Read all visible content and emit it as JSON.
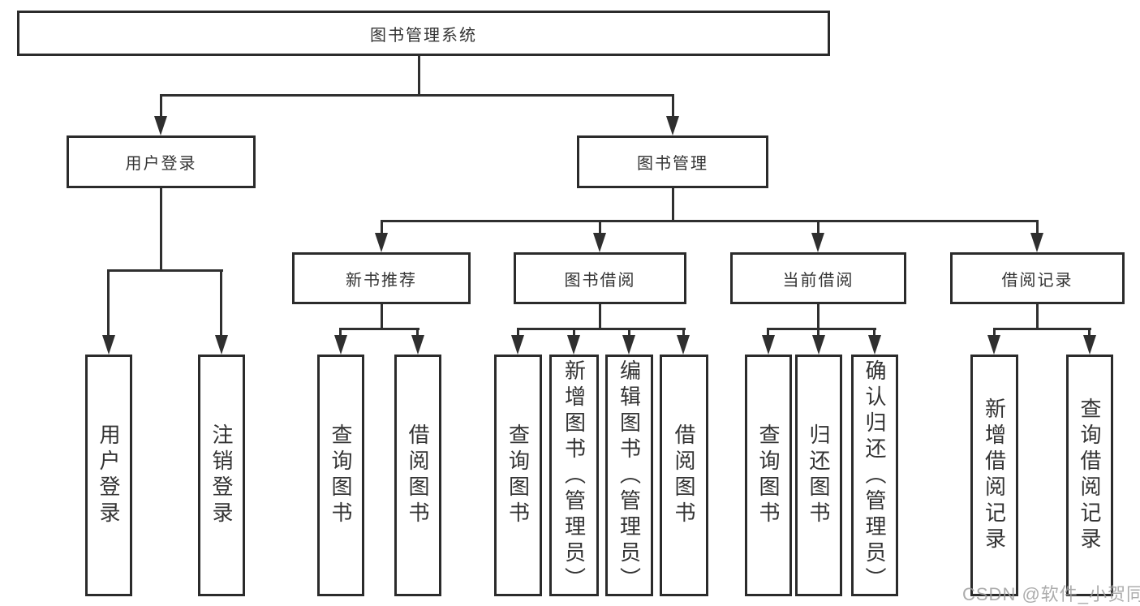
{
  "diagram": {
    "type": "hierarchy",
    "root": "图书管理系统",
    "level2": [
      "用户登录",
      "图书管理"
    ],
    "level3": [
      "新书推荐",
      "图书借阅",
      "当前借阅",
      "借阅记录"
    ],
    "leaves_user": [
      "用户登录",
      "注销登录"
    ],
    "leaves_newbook": [
      "查询图书",
      "借阅图书"
    ],
    "leaves_borrow": [
      "查询图书",
      "新增图书（管理员）",
      "编辑图书（管理员）",
      "借阅图书"
    ],
    "leaves_current": [
      "查询图书",
      "归还图书",
      "确认归还（管理员）"
    ],
    "leaves_record": [
      "新增借阅记录",
      "查询借阅记录"
    ],
    "tree": {
      "图书管理系统": {
        "用户登录": [
          "用户登录",
          "注销登录"
        ],
        "图书管理": {
          "新书推荐": [
            "查询图书",
            "借阅图书"
          ],
          "图书借阅": [
            "查询图书",
            "新增图书（管理员）",
            "编辑图书（管理员）",
            "借阅图书"
          ],
          "当前借阅": [
            "查询图书",
            "归还图书",
            "确认归还（管理员）"
          ],
          "借阅记录": [
            "新增借阅记录",
            "查询借阅记录"
          ]
        }
      }
    }
  },
  "watermark": {
    "text": "CSDN @软件_小贺同学"
  },
  "colors": {
    "line": "#2f2f2f",
    "border": "#2b2b2b",
    "text": "#333333",
    "background": "#ffffff",
    "watermark": "#9e9e9e"
  }
}
